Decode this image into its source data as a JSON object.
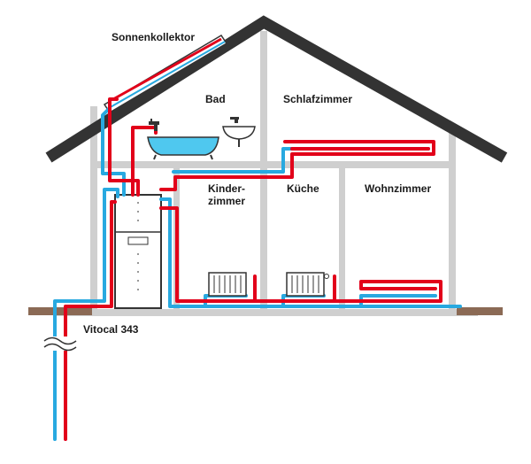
{
  "labels": {
    "solar_collector": "Sonnenkollektor",
    "bathroom": "Bad",
    "bedroom": "Schlafzimmer",
    "kids_room_line1": "Kinder-",
    "kids_room_line2": "zimmer",
    "kitchen": "Küche",
    "living_room": "Wohnzimmer",
    "unit": "Vitocal 343"
  },
  "colors": {
    "roof": "#333333",
    "walls": "#cfcfcf",
    "ground": "#8b6a55",
    "hot_pipe": "#e2001a",
    "cold_pipe": "#28a9e0",
    "bathtub_water": "#4fc8ef",
    "unit_fill": "#ffffff",
    "unit_outline": "#333333",
    "text": "#1a1a1a"
  },
  "icons": [
    "solar-panel-icon",
    "bathtub-icon",
    "faucet-icon",
    "sink-icon",
    "radiator-icon",
    "heat-pump-icon",
    "pipe-break-icon"
  ]
}
